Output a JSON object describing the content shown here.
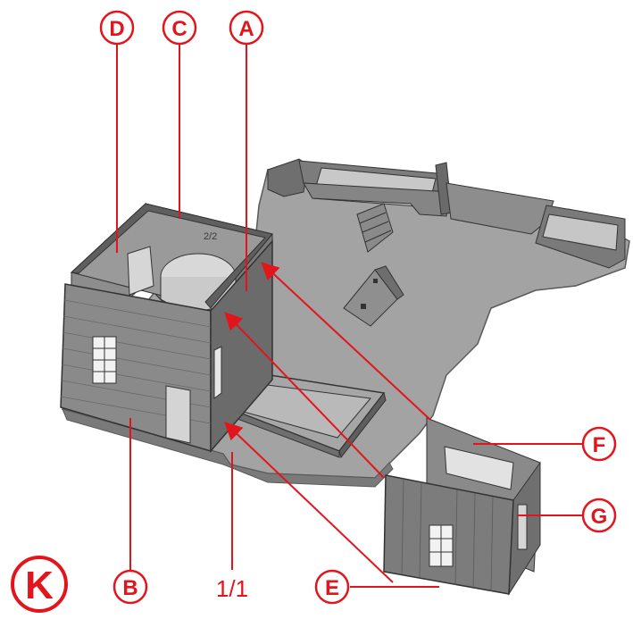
{
  "colors": {
    "accent": "#e3151c",
    "base_plate": "#9e9e9e",
    "wall_dark": "#6f6f6f",
    "wall_mid": "#8a8a8a",
    "wall_light": "#b4b4b4",
    "outline": "#3a3a3a"
  },
  "labels": {
    "a": "A",
    "b": "B",
    "c": "C",
    "d": "D",
    "e": "E",
    "f": "F",
    "g": "G",
    "k": "K"
  },
  "part_marks": {
    "base_number": "1/1",
    "wall_number": "2/2"
  }
}
